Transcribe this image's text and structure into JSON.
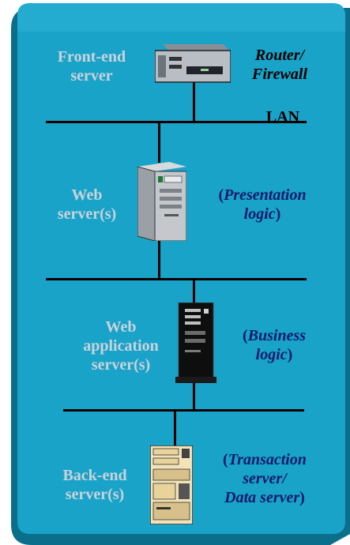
{
  "colors": {
    "panel": "#1aa3c8",
    "panel_dark": "#0b6f8c",
    "panel_light": "#58c8e3",
    "role_text": "#c9d3dc",
    "note_text": "#0a1a6e"
  },
  "tiers": {
    "frontend": {
      "role_line1": "Front-end",
      "role_line2": "server",
      "device_line1": "Router/",
      "device_line2": "Firewall",
      "network": "LAN",
      "icon": "router-icon"
    },
    "web": {
      "role_line1": "Web",
      "role_line2": "server(s)",
      "note_open": "(",
      "note_line1": "Presentation",
      "note_line2": "logic",
      "note_close": ")",
      "icon": "tower-server-icon"
    },
    "app": {
      "role_line1": "Web",
      "role_line2": "application",
      "role_line3": "server(s)",
      "note_open": "(",
      "note_line1": "Business",
      "note_line2": "logic",
      "note_close": ")",
      "icon": "black-tower-server-icon"
    },
    "backend": {
      "role_line1": "Back-end",
      "role_line2": "server(s)",
      "note_open": "(",
      "note_line1": "Transaction",
      "note_line2": "server/",
      "note_line3": "Data server",
      "note_close": ")",
      "icon": "rack-server-icon"
    }
  }
}
